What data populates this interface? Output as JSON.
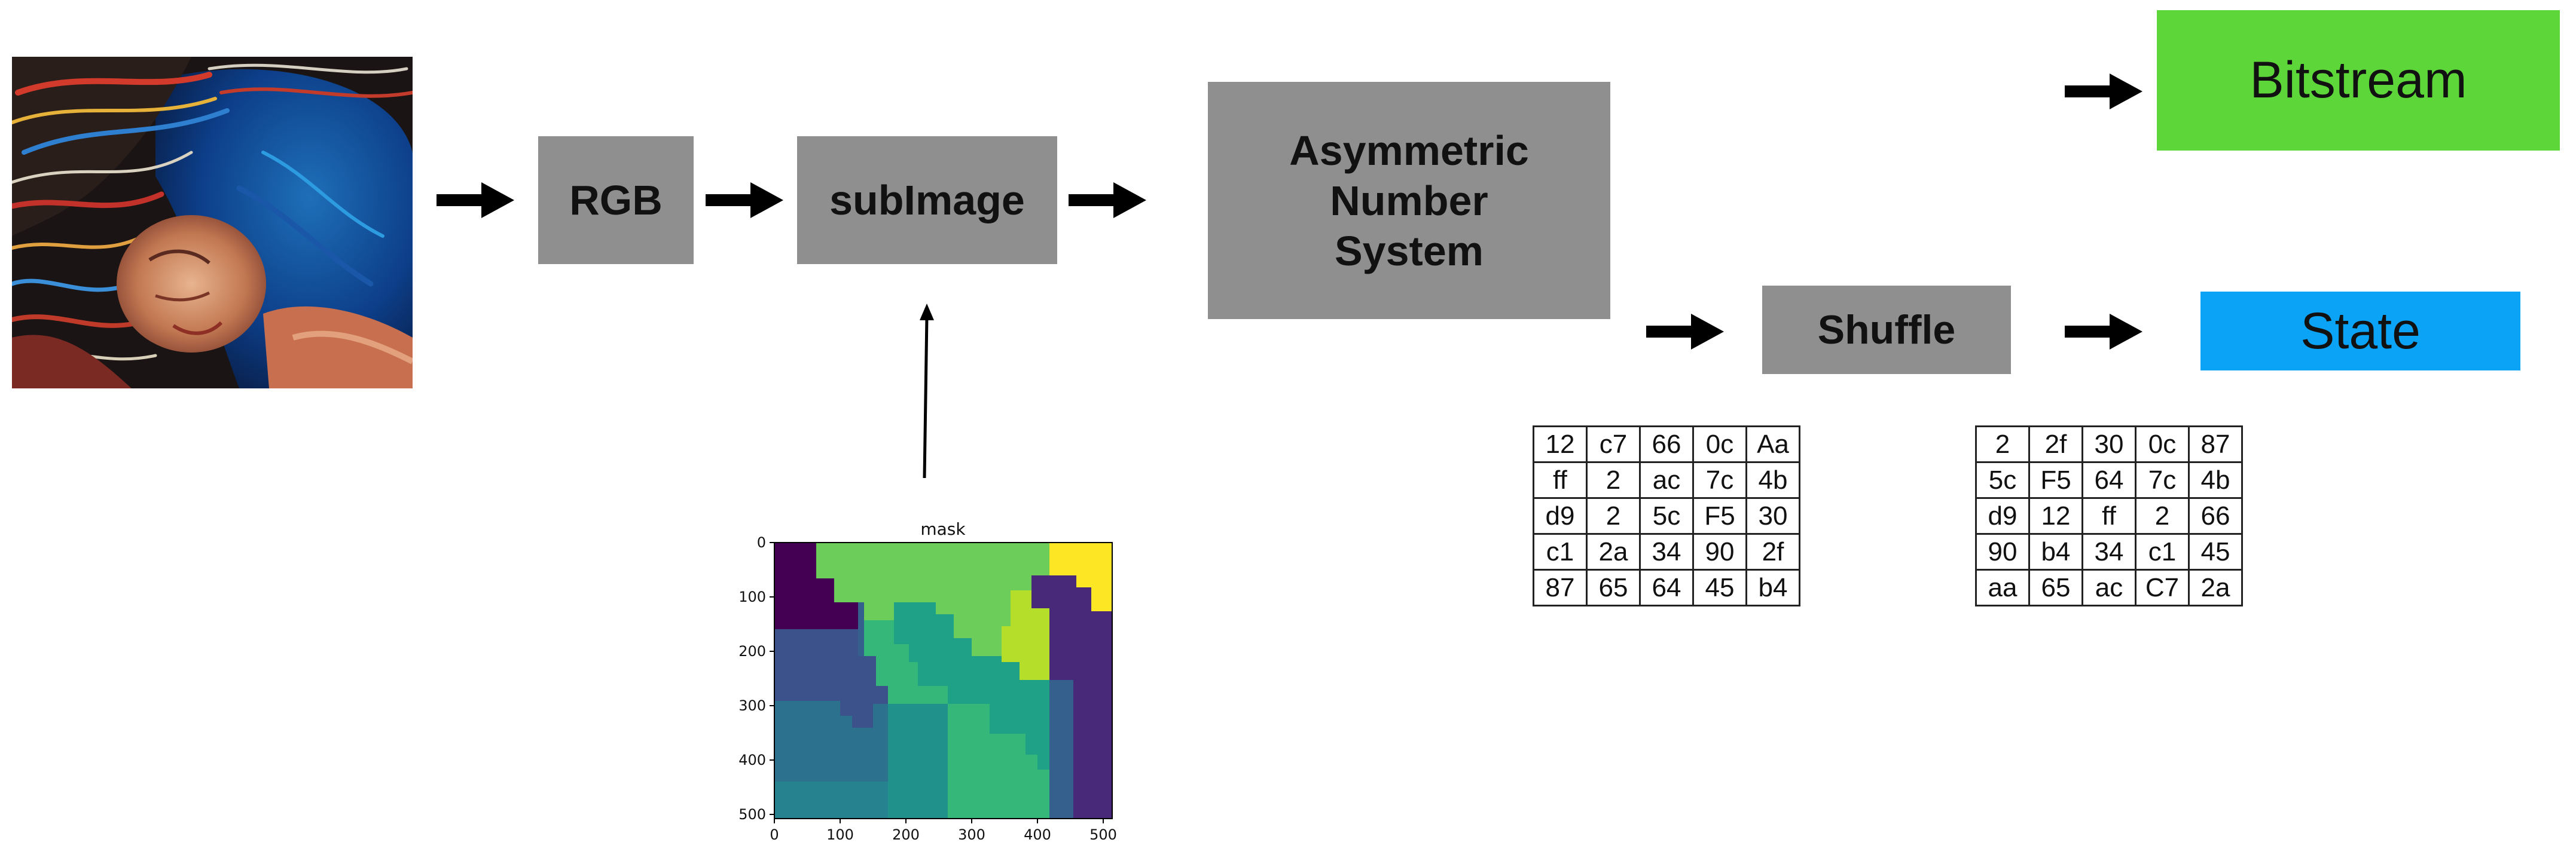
{
  "boxes": {
    "rgb": "RGB",
    "subimage": "subImage",
    "ans": [
      "Asymmetric",
      "Number",
      "System"
    ],
    "shuffle": "Shuffle",
    "bitstream": "Bitstream",
    "state": "State"
  },
  "colors": {
    "box_gray": "#8f8f8f",
    "bitstream_green": "#5dd63a",
    "state_blue": "#0aa3f5"
  },
  "mask_chart": {
    "title": "mask",
    "x_ticks": [
      "0",
      "100",
      "200",
      "300",
      "400",
      "500"
    ],
    "y_ticks": [
      "0",
      "100",
      "200",
      "300",
      "400",
      "500"
    ]
  },
  "table_before": [
    [
      "12",
      "c7",
      "66",
      "0c",
      "Aa"
    ],
    [
      "ff",
      "2",
      "ac",
      "7c",
      "4b"
    ],
    [
      "d9",
      "2",
      "5c",
      "F5",
      "30"
    ],
    [
      "c1",
      "2a",
      "34",
      "90",
      "2f"
    ],
    [
      "87",
      "65",
      "64",
      "45",
      "b4"
    ]
  ],
  "table_after": [
    [
      "2",
      "2f",
      "30",
      "0c",
      "87"
    ],
    [
      "5c",
      "F5",
      "64",
      "7c",
      "4b"
    ],
    [
      "d9",
      "12",
      "ff",
      "2",
      "66"
    ],
    [
      "90",
      "b4",
      "34",
      "c1",
      "45"
    ],
    [
      "aa",
      "65",
      "ac",
      "C7",
      "2a"
    ]
  ]
}
